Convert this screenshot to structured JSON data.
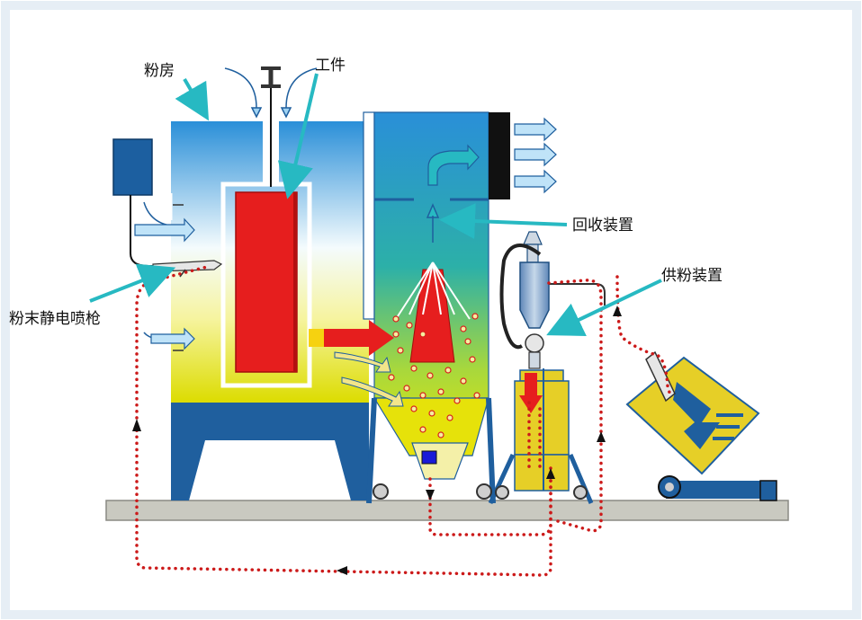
{
  "labels": {
    "powder_room": "粉房",
    "workpiece": "工件",
    "recovery_device": "回收装置",
    "powder_supply_device": "供粉装置",
    "spray_gun": "粉末静电喷枪"
  },
  "colors": {
    "booth_top": "#2a8fd8",
    "booth_bottom": "#e9e800",
    "workpiece": "#e61e1e",
    "frame": "#1f5f9e",
    "arrow_pointer": "#27b9c2",
    "powder_path": "#cc1a1a",
    "floor": "#c9c9c0",
    "panel_box": "#1c5fa0",
    "hopper": "#e6cf27",
    "blower": "#111111"
  },
  "icons": [
    "air-flow-arrow-icon",
    "exhaust-arrow-icon",
    "flow-direction-arrow-icon",
    "wheel-icon"
  ]
}
